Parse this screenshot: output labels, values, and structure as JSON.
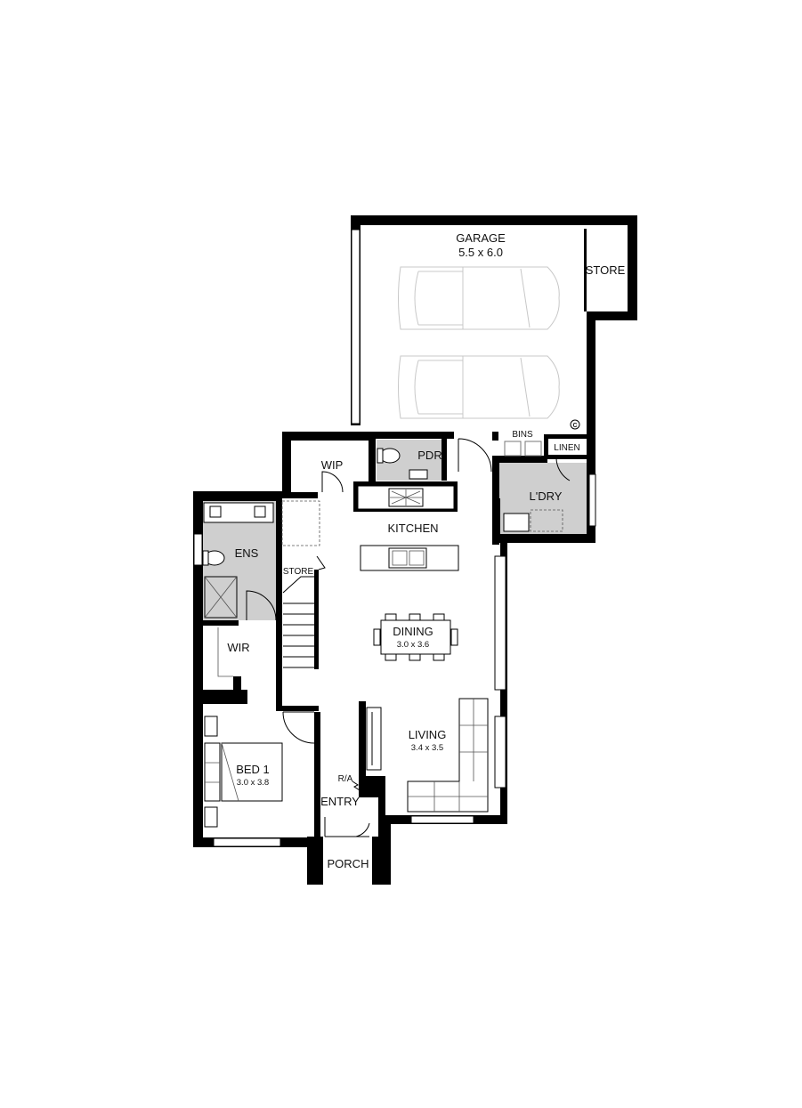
{
  "colors": {
    "wall": "#000000",
    "wet_area": "#cfcfcf",
    "background": "#ffffff"
  },
  "rooms": {
    "garage": {
      "name": "GARAGE",
      "size": "5.5 x 6.0"
    },
    "store_garage": {
      "name": "STORE"
    },
    "bins": {
      "name": "BINS"
    },
    "linen": {
      "name": "LINEN"
    },
    "wip": {
      "name": "WIP"
    },
    "pdr": {
      "name": "PDR"
    },
    "laundry": {
      "name": "L'DRY"
    },
    "kitchen": {
      "name": "KITCHEN"
    },
    "ensuite": {
      "name": "ENS"
    },
    "store_stair": {
      "name": "STORE"
    },
    "dining": {
      "name": "DINING",
      "size": "3.0 x 3.6"
    },
    "wir": {
      "name": "WIR"
    },
    "living": {
      "name": "LIVING",
      "size": "3.4 x 3.5"
    },
    "bed1": {
      "name": "BED 1",
      "size": "3.0 x 3.8"
    },
    "ra": {
      "name": "R/A"
    },
    "entry": {
      "name": "ENTRY"
    },
    "porch": {
      "name": "PORCH"
    }
  },
  "symbols": {
    "copyright": "C"
  },
  "icons": [
    "car-icon",
    "toilet-icon",
    "sink-icon",
    "cooktop-icon",
    "shower-icon",
    "door-swing-icon",
    "stair-icon",
    "sofa-icon",
    "bed-icon",
    "dining-table-icon"
  ]
}
